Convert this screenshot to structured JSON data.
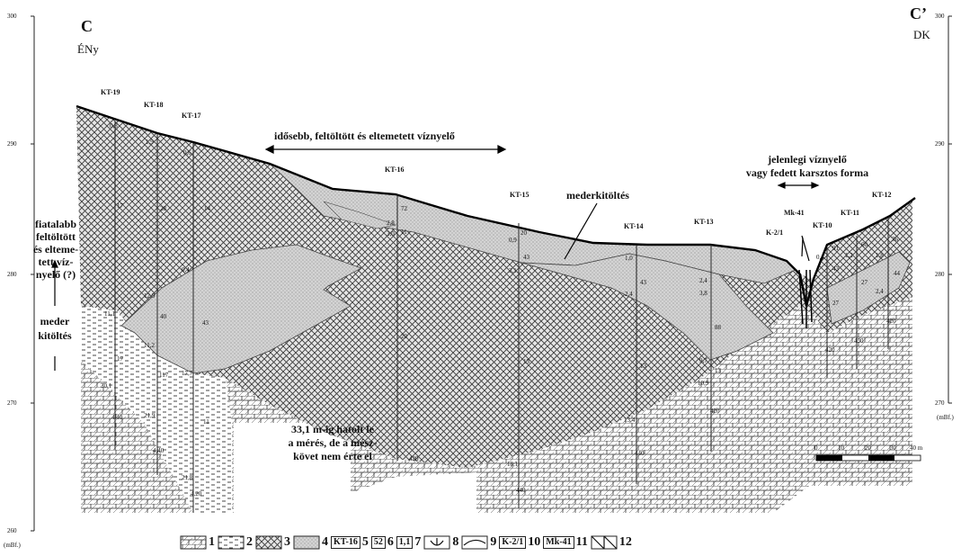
{
  "section": {
    "start_label": "C",
    "start_dir": "ÉNy",
    "end_label": "C’",
    "end_dir": "DK"
  },
  "axis": {
    "left_ticks": [
      "300",
      "290",
      "280",
      "270",
      "260"
    ],
    "right_ticks": [
      "300",
      "290",
      "280",
      "270"
    ],
    "unit_left": "(mBf.)",
    "unit_right": "(mBf.)"
  },
  "wells": [
    "KT-19",
    "KT-18",
    "KT-17",
    "KT-16",
    "KT-15",
    "KT-14",
    "KT-13",
    "KT-10",
    "KT-11",
    "KT-12"
  ],
  "annotations": {
    "older_sink": "idősebb, feltöltött és eltemetett víznyelő",
    "current_sink_1": "jelenlegi víznyelő",
    "current_sink_2": "vagy fedett karsztos forma",
    "channel_fill": "mederkitöltés",
    "younger_1": "fiatalabb",
    "younger_2": "feltöltött",
    "younger_3": "és elteme-",
    "younger_4": "tett víz-",
    "younger_5": "nyelő (?)",
    "meder_1": "meder",
    "meder_2": "kitöltés",
    "note_1": "33,1 m-ig hatolt le",
    "note_2": "a mérés, de a mész-",
    "note_3": "követ nem érte el",
    "k21": "K-2/1",
    "mk41": "Mk-41"
  },
  "scale": {
    "ticks": [
      "0",
      "10",
      "20",
      "30",
      "40 m"
    ]
  },
  "small_values": {
    "kt19_top": "0,8",
    "kt19_a": "17",
    "kt19_b": "11,1",
    "kt19_c": "17",
    "kt19_d": "30,1",
    "kt19_e": "4.40",
    "kt18_top": "1,9",
    "kt18_a": "28",
    "kt18_b": "12,9",
    "kt18_c": "40",
    "kt18_d": "11,2",
    "kt18_e": "117",
    "kt18_f": "21,9",
    "kt18_g": "4.40",
    "kt17_top": "0,6",
    "kt17_a": "14",
    "kt17_b": "0,4",
    "kt17_c": "43",
    "kt17_d": "17,7",
    "kt17_e": "11",
    "kt17_f": "21,8",
    "kt17_g": "4.20",
    "kt16_a": "2,8",
    "kt16_b": "72",
    "kt16_c": "3,0",
    "kt16_d": "11",
    "kt16_e": "20",
    "kt16_f": "420",
    "kt15_a": "20",
    "kt15_b": "0,9",
    "kt15_c": "43",
    "kt15_d": "3,1",
    "kt15_e": "13",
    "kt15_f": "18,1",
    "kt15_g": "440",
    "kt14_a": "1,0",
    "kt14_b": "43",
    "kt14_c": "2,4",
    "kt14_d": "13",
    "kt14_e": "13,4",
    "kt14_f": "440",
    "kt13_a": "2,4",
    "kt13_b": "3,8",
    "kt13_c": "88",
    "kt13_d": "9,7",
    "kt13_e": "13",
    "kt13_f": "10,9",
    "kt13_g": "420",
    "kt10_a": "0,4",
    "kt10_b": "91",
    "kt10_c": "43",
    "kt10_d": "27",
    "kt10_e": "420",
    "kt11_a": "1,2",
    "kt11_b": "60",
    "kt11_c": "27",
    "kt11_d": "430",
    "kt12_a": "1,8",
    "kt12_b": "36",
    "kt12_c": "44",
    "kt12_d": "2,4",
    "kt12_e": "420"
  },
  "legend": [
    {
      "num": "1",
      "pattern": "brick"
    },
    {
      "num": "2",
      "pattern": "dash"
    },
    {
      "num": "3",
      "pattern": "cross"
    },
    {
      "num": "4",
      "pattern": "dot"
    },
    {
      "num": "5",
      "text": "KT-16"
    },
    {
      "num": "6",
      "text": "52"
    },
    {
      "num": "7",
      "text": "1,1"
    },
    {
      "num": "8",
      "pattern": "sink"
    },
    {
      "num": "9",
      "pattern": "curve"
    },
    {
      "num": "10",
      "text": "K-2/1"
    },
    {
      "num": "11",
      "text": "Mk-41"
    },
    {
      "num": "12",
      "pattern": "well"
    }
  ]
}
